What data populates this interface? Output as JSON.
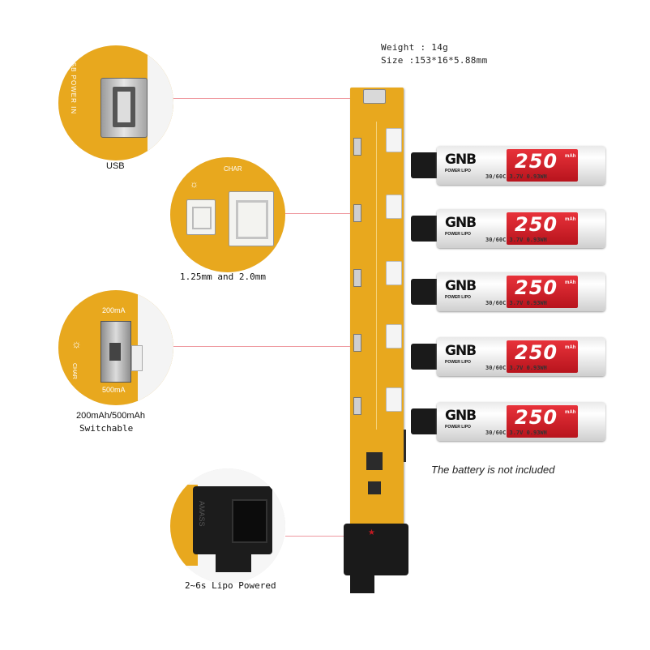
{
  "specs": {
    "weight": "Weight : 14g",
    "size": "Size :153*16*5.88mm"
  },
  "callouts": {
    "usb": {
      "caption": "USB",
      "silk": "USB POWER IN"
    },
    "connectors": {
      "caption": "1.25mm and 2.0mm",
      "silk": "CHAR"
    },
    "switch": {
      "caption_line1": "200mAh/500mAh",
      "caption_line2": "Switchable",
      "silk_top": "200mA",
      "silk_bottom": "500mA",
      "silk_side": "CHAR"
    },
    "xt30": {
      "caption": "2~6s Lipo Powered",
      "silk": "AMASS"
    }
  },
  "batteries": [
    {
      "brand": "GNB",
      "sub": "POWER LIPO",
      "capacity": "250",
      "unit": "mAh",
      "spec": "30/60C 3.7V 0.93WH"
    },
    {
      "brand": "GNB",
      "sub": "POWER LIPO",
      "capacity": "250",
      "unit": "mAh",
      "spec": "30/60C 3.7V 0.93WH"
    },
    {
      "brand": "GNB",
      "sub": "POWER LIPO",
      "capacity": "250",
      "unit": "mAh",
      "spec": "30/60C 3.7V 0.93WH"
    },
    {
      "brand": "GNB",
      "sub": "POWER LIPO",
      "capacity": "250",
      "unit": "mAh",
      "spec": "30/60C 3.7V 0.93WH"
    },
    {
      "brand": "GNB",
      "sub": "POWER LIPO",
      "capacity": "250",
      "unit": "mAh",
      "spec": "30/60C 3.7V 0.93WH"
    }
  ],
  "note": "The battery is not included",
  "colors": {
    "pcb": "#e8a81e",
    "accent_red": "#e21b2b",
    "leader_line": "#ef9aa0"
  }
}
